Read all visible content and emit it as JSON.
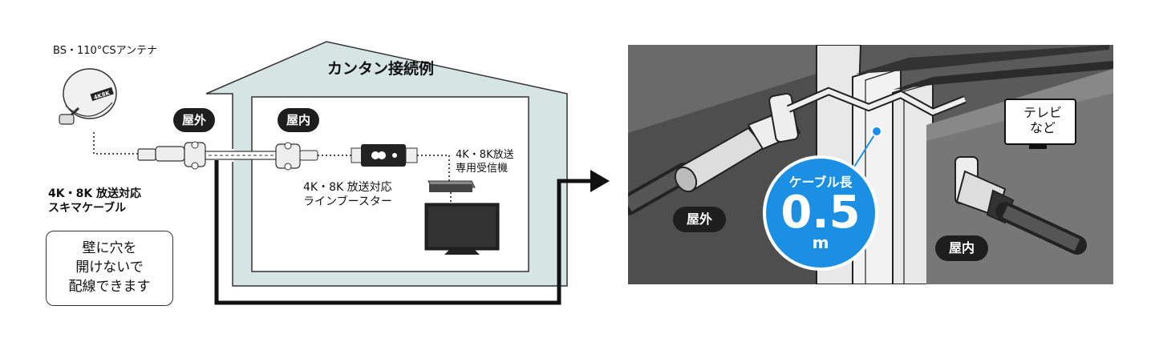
{
  "left_panel": {
    "antenna_label": "BS・110°CSアンテナ",
    "antenna_logo": "4K8K",
    "house_title": "カンタン接続例",
    "outdoor_badge": "屋外",
    "indoor_badge": "屋内",
    "cable_label_line1": "4K・8K 放送対応",
    "cable_label_line2": "スキマケーブル",
    "booster_label_line1": "4K・8K 放送対応",
    "booster_label_line2": "ラインブースター",
    "receiver_label_line1": "4K・8K放送",
    "receiver_label_line2": "専用受信機",
    "note_line1": "壁に穴を",
    "note_line2": "開けないで",
    "note_line3": "配線できます"
  },
  "right_panel": {
    "outdoor_badge": "屋外",
    "indoor_badge": "屋内",
    "tv_label_line1": "テレビ",
    "tv_label_line2": "など",
    "cable_length_label": "ケーブル長",
    "cable_length_value": "0.5",
    "cable_length_unit": "m"
  },
  "colors": {
    "house_fill": "#d6e4e3",
    "house_outline": "#333333",
    "badge_bg": "#1e1e1e",
    "length_circle": "#1a8fe3",
    "wall_dark": "#5a5a5a",
    "wall_light": "#e8e8e8"
  }
}
